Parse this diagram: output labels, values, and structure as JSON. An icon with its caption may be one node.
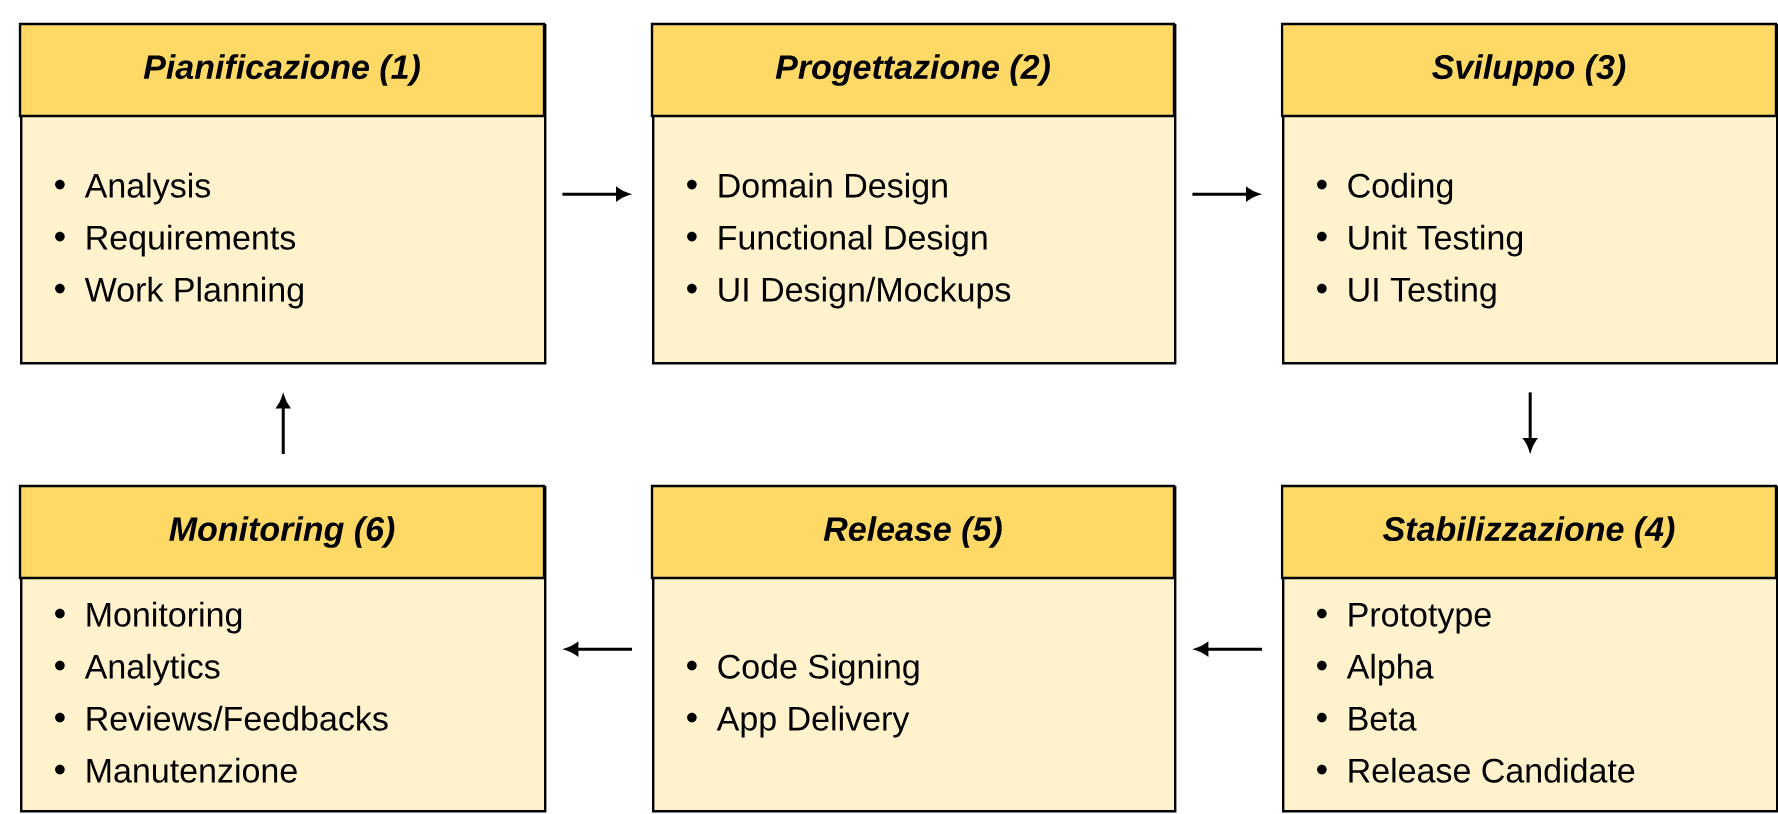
{
  "diagram": {
    "nodes": [
      {
        "text": [
          "Pianificazione (1)",
          "Analysis",
          "Requirements",
          "Work Planning"
        ]
      },
      {
        "text": [
          "Progettazione (2)",
          "Domain Design",
          "Functional Design",
          "UI Design/Mockups"
        ]
      },
      {
        "text": [
          "Sviluppo (3)",
          "Coding",
          "Unit Testing",
          "UI Testing"
        ]
      },
      {
        "text": [
          "Stabilizzazione (4)",
          "Prototype",
          "Alpha",
          "Beta",
          "Release Candidate"
        ]
      },
      {
        "text": [
          "Release (5)",
          "Code Signing",
          "App Delivery"
        ]
      },
      {
        "text": [
          "Monitoring (6)",
          "Monitoring",
          "Analytics",
          "Reviews/Feedbacks",
          "Manutenzione"
        ]
      }
    ],
    "edges": [
      {
        "from": 0,
        "to": 1,
        "arrow": "to"
      },
      {
        "from": 1,
        "to": 2,
        "arrow": "to"
      },
      {
        "from": 2,
        "to": 3,
        "arrow": "to"
      },
      {
        "from": 3,
        "to": 4,
        "arrow": "to"
      },
      {
        "from": 4,
        "to": 5,
        "arrow": "to"
      },
      {
        "from": 5,
        "to": 0,
        "arrow": "to"
      }
    ]
  }
}
